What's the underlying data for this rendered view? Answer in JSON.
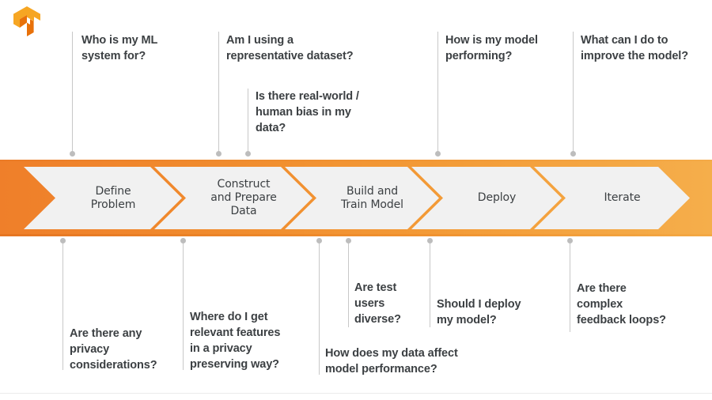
{
  "logo": {
    "name": "tensorflow-logo",
    "colors": {
      "light": "#f6a623",
      "dark": "#e8710a"
    }
  },
  "theme": {
    "banner_start": "#ef7f2a",
    "banner_end": "#f5ae4b",
    "stage_fill": "#f1f1f1",
    "text": "#3c4043",
    "connector": "#c8c8c8",
    "dot": "#bdbdbd"
  },
  "pipeline": {
    "stages": [
      {
        "label": "Define\nProblem"
      },
      {
        "label": "Construct\nand Prepare\nData"
      },
      {
        "label": "Build and\nTrain Model"
      },
      {
        "label": "Deploy"
      },
      {
        "label": "Iterate"
      }
    ]
  },
  "questions_above": [
    {
      "text": "Who is my ML\nsystem for?"
    },
    {
      "text": "Am I using a\nrepresentative dataset?"
    },
    {
      "text": "Is there real-world /\nhuman bias in my\ndata?"
    },
    {
      "text": "How is my model\nperforming?"
    },
    {
      "text": "What can I do to\nimprove the model?"
    }
  ],
  "questions_below": [
    {
      "text": "Are there any\nprivacy\nconsiderations?"
    },
    {
      "text": "Where do I get\nrelevant features\nin a privacy\npreserving way?"
    },
    {
      "text": "How does my data affect\nmodel performance?"
    },
    {
      "text": "Are test\nusers\ndiverse?"
    },
    {
      "text": "Should I deploy\nmy model?"
    },
    {
      "text": "Are there\ncomplex\nfeedback loops?"
    }
  ]
}
